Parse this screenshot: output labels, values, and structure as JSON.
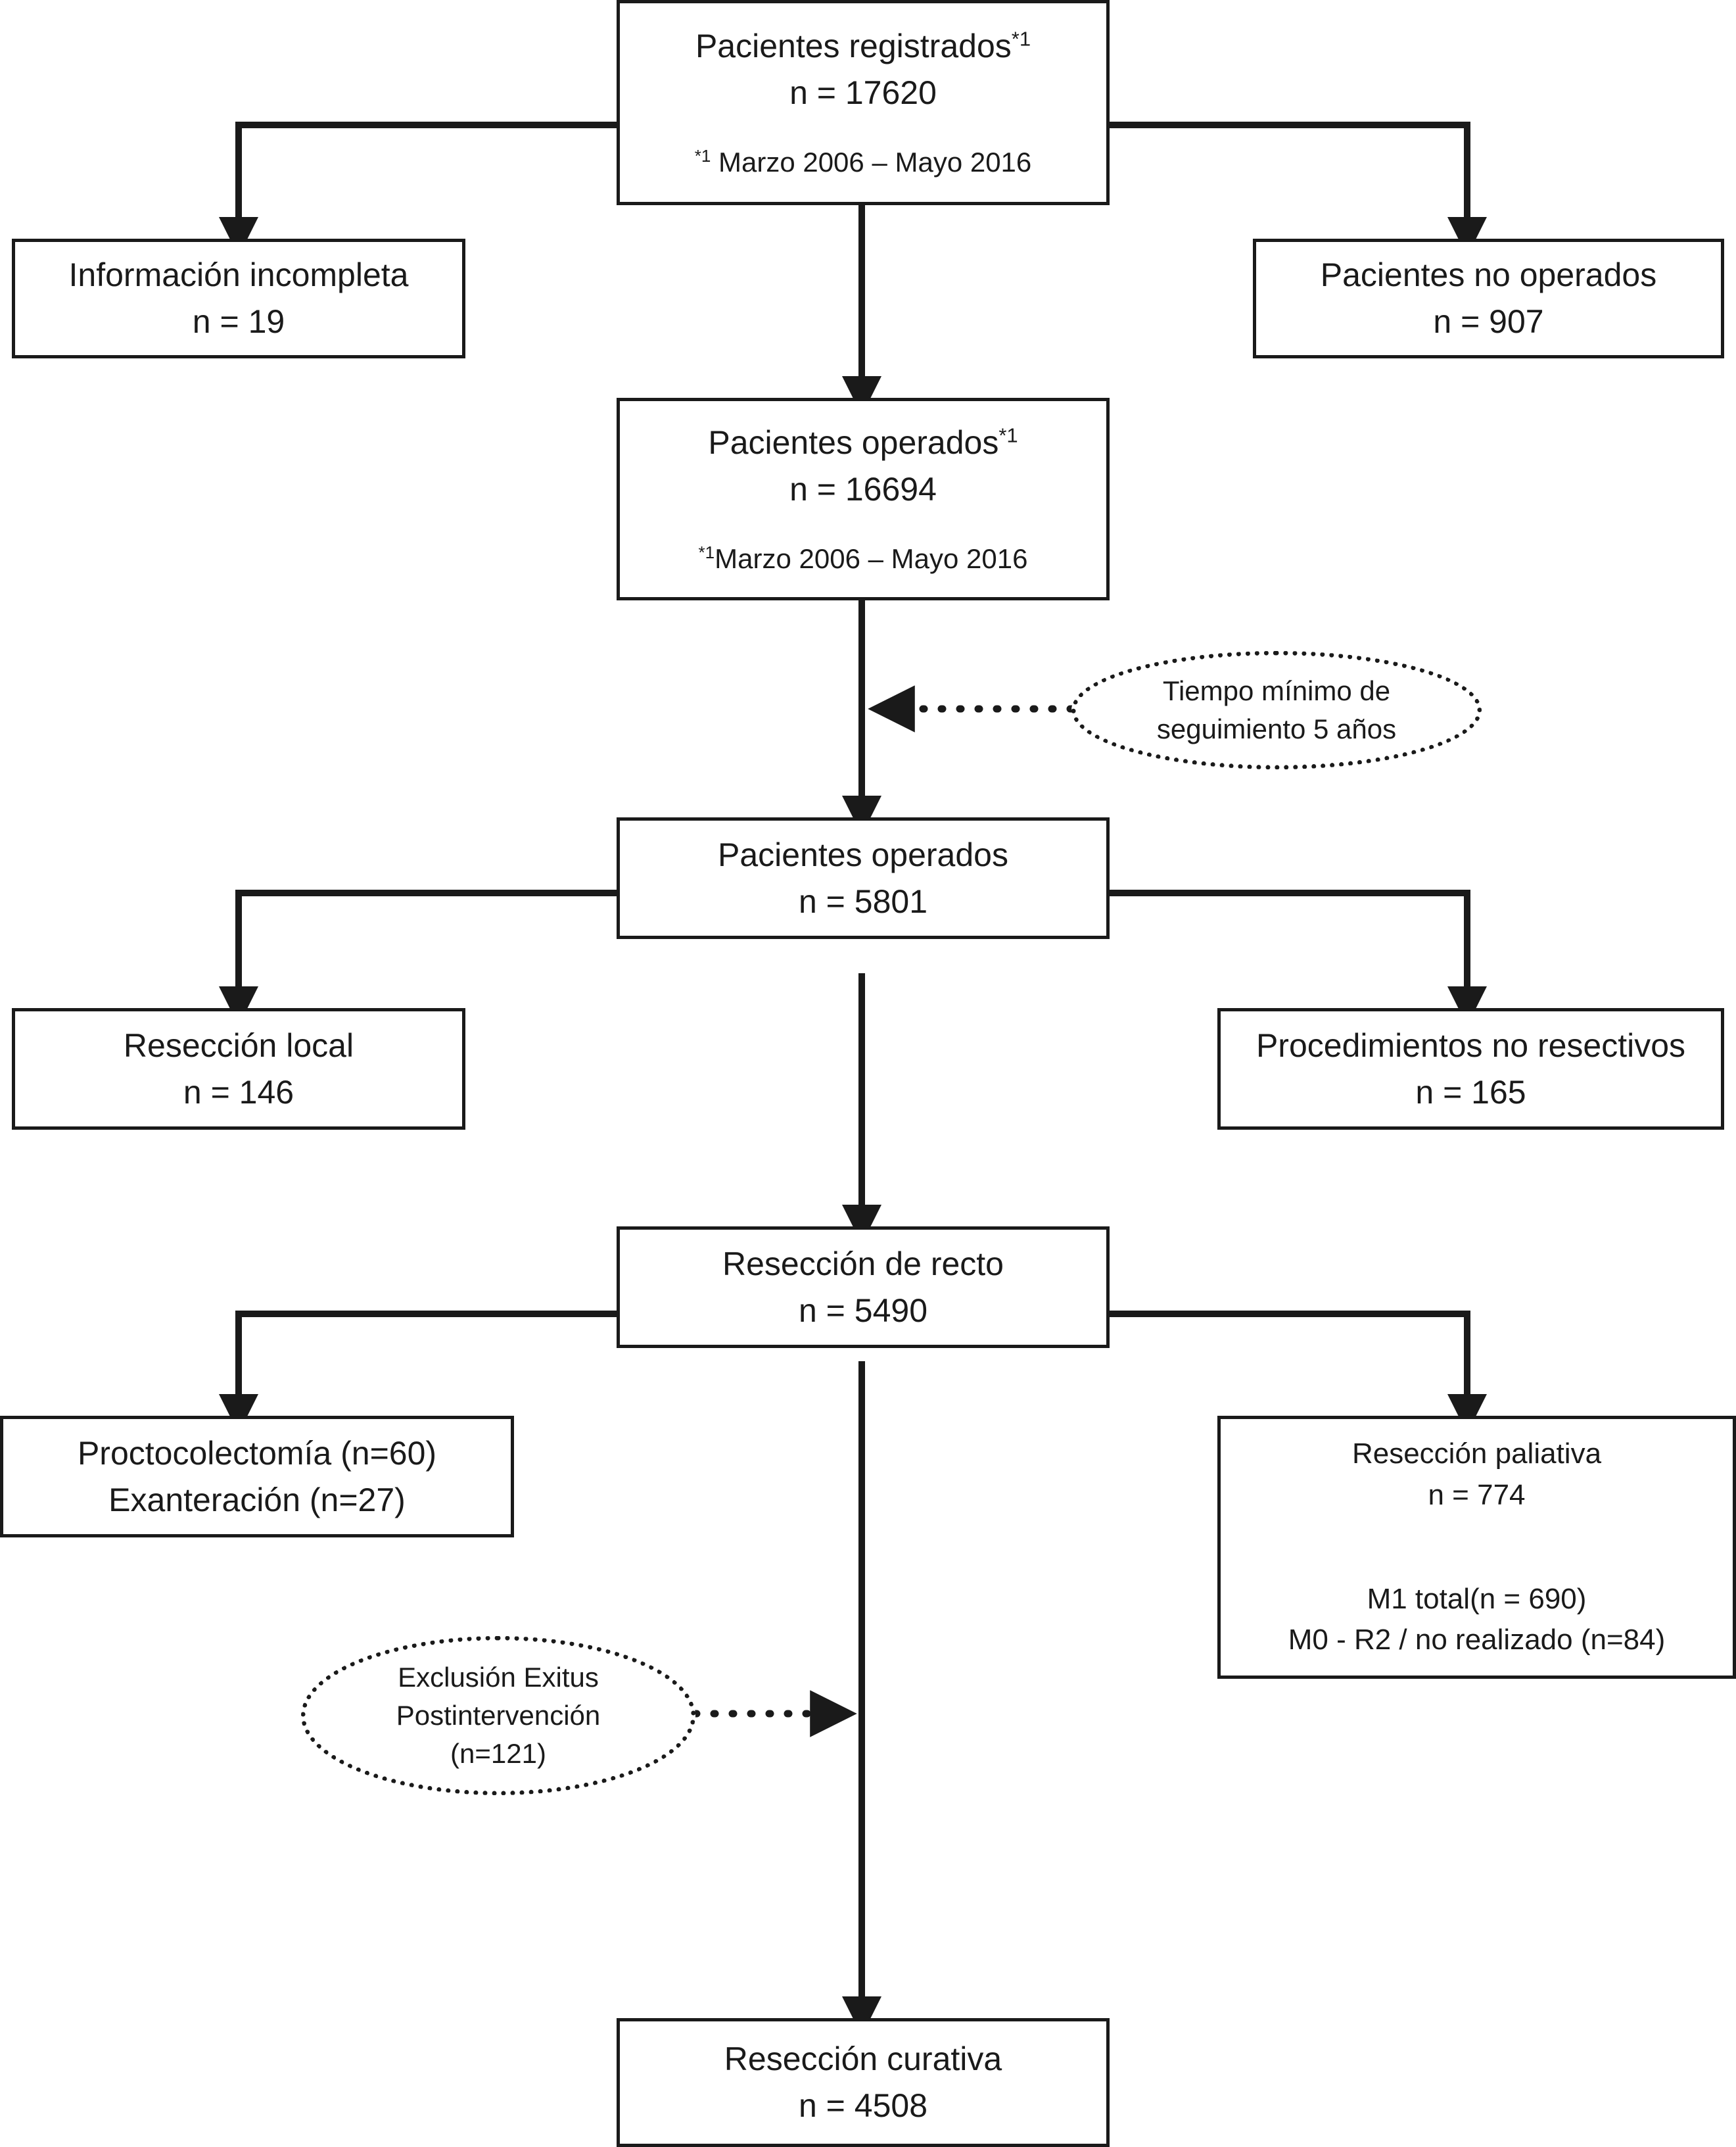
{
  "diagram": {
    "title": "Diagrama de flujo de seleccion de pacientes",
    "language": "es",
    "stroke_color": "#1a1a1a",
    "background_color": "#ffffff"
  },
  "nodes": {
    "registrados": {
      "line1": "Pacientes registrados",
      "marker1": "*1",
      "line2": "n = 17620",
      "footnote_marker": "*1",
      "footnote": " Marzo 2006 – Mayo 2016"
    },
    "incompleta": {
      "line1": "Información  incompleta",
      "line2": "n = 19"
    },
    "no_operados": {
      "line1": "Pacientes no operados",
      "line2": "n = 907"
    },
    "operados_total": {
      "line1": "Pacientes operados",
      "marker1": "*1",
      "line2": "n = 16694",
      "footnote_marker": "*1",
      "footnote": "Marzo 2006 – Mayo 2016"
    },
    "seguimiento_ellipse": {
      "line1": "Tiempo mínimo de",
      "line2": "seguimiento 5 años"
    },
    "operados_5801": {
      "line1": "Pacientes operados",
      "line2": "n = 5801"
    },
    "reseccion_local": {
      "line1": "Resección local",
      "line2": "n = 146"
    },
    "no_resectivos": {
      "line1": "Procedimientos no resectivos",
      "line2": "n = 165"
    },
    "reseccion_recto": {
      "line1": "Resección de recto",
      "line2": "n = 5490"
    },
    "proctocolectomia": {
      "line1": "Proctocolectomía (n=60)",
      "line2": "Exanteración (n=27)"
    },
    "paliativa": {
      "line1": "Resección paliativa",
      "line2": "n = 774",
      "line3": "M1 total(n = 690)",
      "line4": "M0 - R2 / no realizado (n=84)"
    },
    "exclusion_ellipse": {
      "line1": "Exclusión Exitus",
      "line2": "Postintervención",
      "line3": "(n=121)"
    },
    "curativa": {
      "line1": "Resección curativa",
      "line2": "n = 4508"
    }
  },
  "edges": [
    {
      "id": "registrados-to-incompleta",
      "kind": "solid-arrow"
    },
    {
      "id": "registrados-to-no-operados",
      "kind": "solid-arrow"
    },
    {
      "id": "registrados-to-operados-total",
      "kind": "solid-arrow"
    },
    {
      "id": "operados-total-to-operados-5801",
      "kind": "solid-arrow"
    },
    {
      "id": "seguimiento-to-trunk",
      "kind": "dotted-arrow"
    },
    {
      "id": "operados-5801-to-reseccion-local",
      "kind": "solid-arrow"
    },
    {
      "id": "operados-5801-to-no-resectivos",
      "kind": "solid-arrow"
    },
    {
      "id": "operados-5801-to-reseccion-recto",
      "kind": "solid-arrow"
    },
    {
      "id": "reseccion-recto-to-proctocolectomia",
      "kind": "solid-arrow"
    },
    {
      "id": "reseccion-recto-to-paliativa",
      "kind": "solid-arrow"
    },
    {
      "id": "reseccion-recto-to-curativa",
      "kind": "solid-arrow"
    },
    {
      "id": "exclusion-to-trunk",
      "kind": "dotted-arrow"
    }
  ]
}
